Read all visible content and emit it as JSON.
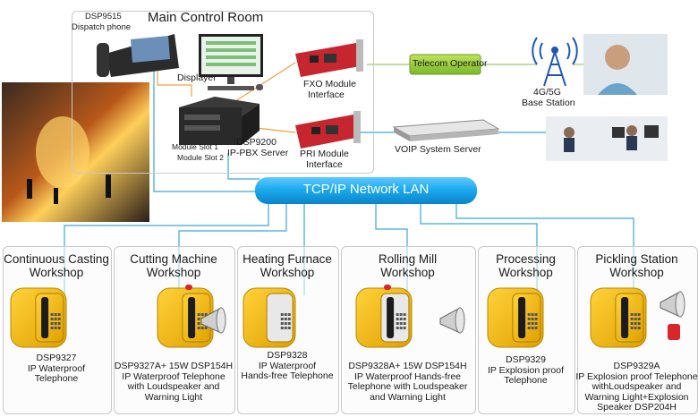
{
  "control_room": {
    "title": "Main Control Room",
    "dispatch_phone": [
      "DSP9515",
      "Dispatch phone"
    ],
    "displayer": "Displayer",
    "fxo": [
      "FXO Module",
      "Interface"
    ],
    "pri": [
      "PRI Module",
      "Interface"
    ],
    "slot1": "Module Slot 1",
    "slot2": "Module Slot 2",
    "pbx": [
      "DSP9200",
      "IP-PBX Server"
    ]
  },
  "telecom_operator": "Telecom Operator",
  "base_station": [
    "4G/5G",
    "Base Station"
  ],
  "voip_server": "VOIP System Server",
  "network": "TCP/IP Network  LAN",
  "workshops": [
    {
      "title": [
        "Continuous Casting",
        "Workshop"
      ],
      "caption": [
        "DSP9327",
        "IP Waterproof",
        "Telephone"
      ]
    },
    {
      "title": [
        "Cutting Machine",
        "Workshop"
      ],
      "caption": [
        "DSP9327A+ 15W DSP154H",
        "IP Waterproof Telephone",
        "with Loudspeaker and",
        "Warning Light"
      ]
    },
    {
      "title": [
        "Heating Furnace",
        "Workshop"
      ],
      "caption": [
        "DSP9328",
        "IP Waterproof",
        "Hands-free Telephone"
      ]
    },
    {
      "title": [
        "Rolling Mill",
        "Workshop"
      ],
      "caption": [
        "DSP9328A+ 15W DSP154H",
        "IP Waterproof Hands-free",
        "Telephone with Loudspeaker",
        "and Warning Light"
      ]
    },
    {
      "title": [
        "Processing",
        "Workshop"
      ],
      "caption": [
        "DSP9329",
        "IP Explosion proof",
        "Telephone"
      ]
    },
    {
      "title": [
        "Pickling Station",
        "Workshop"
      ],
      "caption": [
        "DSP9329A",
        "IP Explosion proof Telephone",
        "withLoudspeaker and",
        "Warning Light+Explosion",
        "Speaker DSP204H"
      ]
    }
  ],
  "colors": {
    "line_blue": "#3aa7d8",
    "line_orange": "#f0a040",
    "line_green": "#9cc866",
    "lan": "#1aa7ec",
    "phone_yellow": "#f2b705"
  }
}
